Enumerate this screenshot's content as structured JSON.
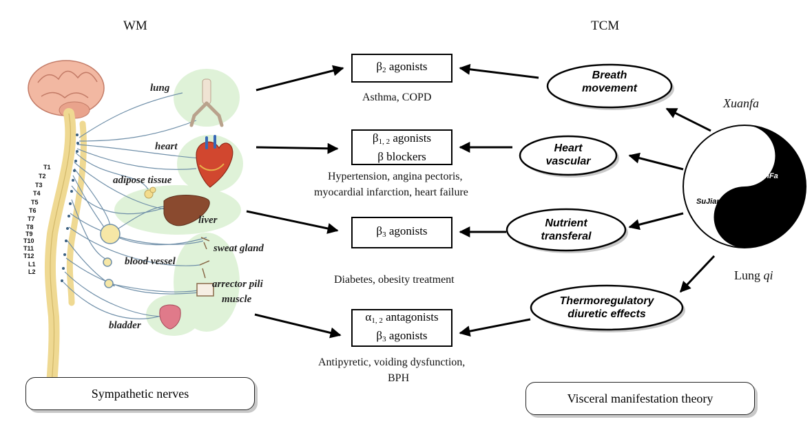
{
  "headers": {
    "wm": "WM",
    "tcm": "TCM"
  },
  "organs": {
    "lung": "lung",
    "heart": "heart",
    "adipose": "adipose tissue",
    "liver": "liver",
    "blood_vessel": "blood vessel",
    "sweat_gland": "sweat gland",
    "arrector_1": "arrector pili",
    "arrector_2": "muscle",
    "bladder": "bladder"
  },
  "spinal_levels": [
    "T1",
    "T2",
    "T3",
    "T4",
    "T5",
    "T6",
    "T7",
    "T8",
    "T9",
    "T10",
    "T11",
    "T12",
    "L1",
    "L2"
  ],
  "drugs": {
    "b2": {
      "symbol": "β",
      "sub": "2",
      "text": " agonists",
      "caption": "Asthma, COPD"
    },
    "b12": {
      "symbol": "β",
      "sub": "1, 2",
      "text": " agonists",
      "line2": "β blockers",
      "caption1": "Hypertension, angina pectoris,",
      "caption2": "myocardial infarction, heart failure"
    },
    "b3": {
      "symbol": "β",
      "sub": "3",
      "text": " agonists",
      "caption": "Diabetes, obesity treatment"
    },
    "a12": {
      "symbol": "α",
      "sub": "1, 2",
      "text": " antagonists",
      "line2_symbol": "β",
      "line2_sub": "3",
      "line2_text": " agonists",
      "caption1": "Antipyretic, voiding dysfunction,",
      "caption2": "BPH"
    }
  },
  "ovals": {
    "breath_1": "Breath",
    "breath_2": "movement",
    "heart_1": "Heart",
    "heart_2": "vascular",
    "nutrient_1": "Nutrient",
    "nutrient_2": "transferal",
    "thermo_1": "Thermoregulatory",
    "thermo_2": "diuretic effects"
  },
  "yinyang": {
    "xuanfa_label": "Xuanfa",
    "xuanfa_inner": "XuanFa",
    "sujiang_inner": "SuJiang",
    "lung_prefix": "Lung ",
    "lung_qi": "qi"
  },
  "footer": {
    "left": "Sympathetic nerves",
    "right": "Visceral manifestation theory"
  }
}
